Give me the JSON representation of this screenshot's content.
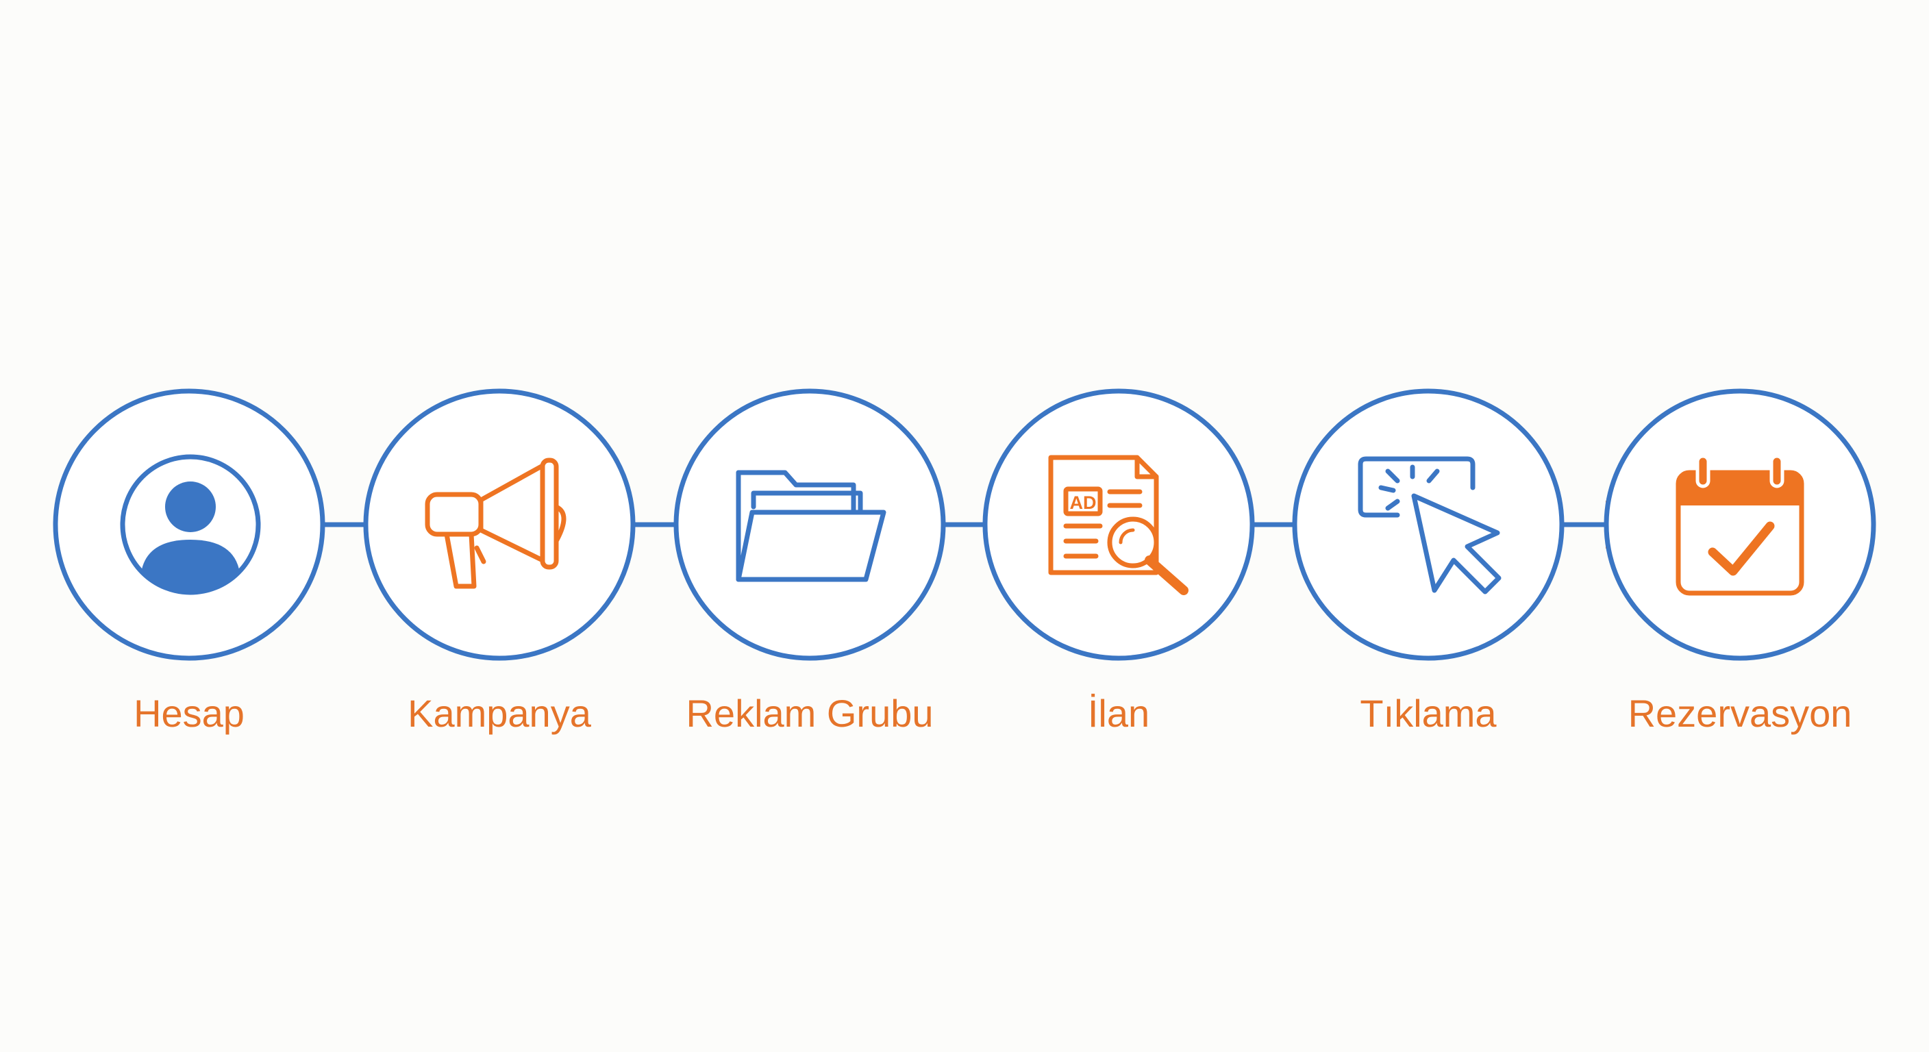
{
  "colors": {
    "ring": "#3b76c4",
    "arrow": "#ee7422",
    "label": "#e5742a",
    "background": "#fcfcfa"
  },
  "steps": [
    {
      "label": "Hesap",
      "icon": "user-avatar-icon"
    },
    {
      "label": "Kampanya",
      "icon": "megaphone-icon"
    },
    {
      "label": "Reklam Grubu",
      "icon": "folder-icon"
    },
    {
      "label": "İlan",
      "icon": "ad-document-search-icon"
    },
    {
      "label": "Tıklama",
      "icon": "click-cursor-icon"
    },
    {
      "label": "Rezervasyon",
      "icon": "calendar-check-icon"
    }
  ],
  "ad_badge_text": "AD"
}
